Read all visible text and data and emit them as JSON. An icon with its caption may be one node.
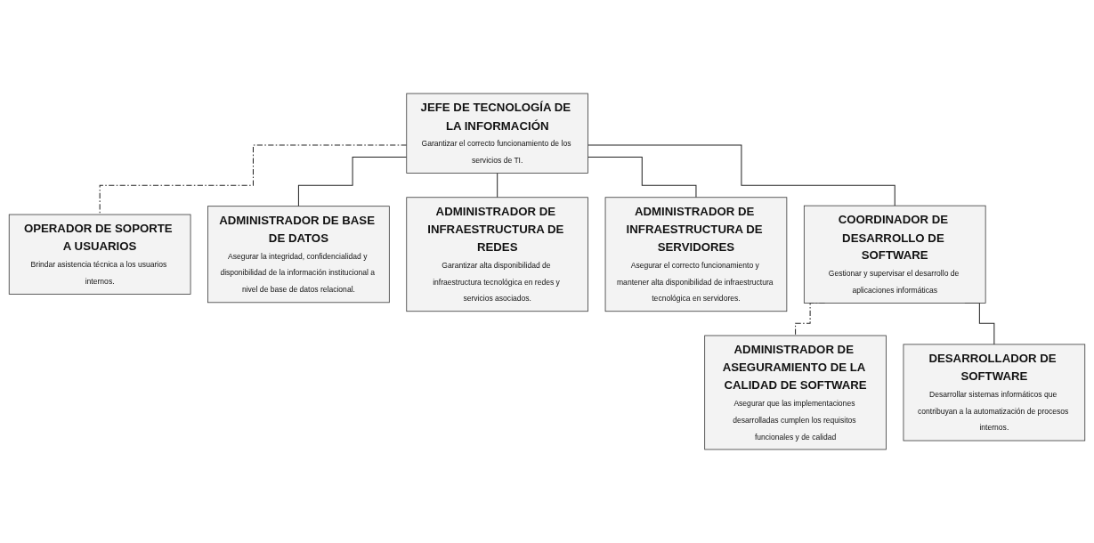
{
  "diagram": {
    "nodes": [
      {
        "text": [
          "JEFE DE TECNOLOGÍA DE LA INFORMACIÓN",
          "Garantizar el correcto funcionamiento de los servicios de TI."
        ]
      },
      {
        "text": [
          "OPERADOR DE SOPORTE A USUARIOS",
          "Brindar asistencia técnica a los usuarios internos."
        ]
      },
      {
        "text": [
          "ADMINISTRADOR DE BASE DE DATOS",
          "Asegurar la integridad, confidencialidad y disponibilidad de la información institucional a nivel de base de datos relacional."
        ]
      },
      {
        "text": [
          "ADMINISTRADOR DE INFRAESTRUCTURA DE REDES",
          "Garantizar alta disponibilidad de infraestructura tecnológica en redes y servicios asociados."
        ]
      },
      {
        "text": [
          "ADMINISTRADOR DE INFRAESTRUCTURA DE SERVIDORES",
          "Asegurar el correcto funcionamiento y mantener alta disponibilidad de infraestructura tecnológica en servidores."
        ]
      },
      {
        "text": [
          "COORDINADOR DE DESARROLLO DE SOFTWARE",
          "Gestionar y supervisar el desarrollo de aplicaciones informáticas"
        ]
      },
      {
        "text": [
          "ADMINISTRADOR DE ASEGURAMIENTO DE LA CALIDAD DE SOFTWARE",
          "Asegurar que las implementaciones desarrolladas cumplen los requisitos funcionales y de calidad"
        ]
      },
      {
        "text": [
          "DESARROLLADOR DE SOFTWARE",
          "Desarrollar sistemas informáticos que contribuyan a la automatización de procesos internos."
        ]
      }
    ],
    "edges": [
      {
        "from": 0,
        "to": 1,
        "arrow": "none",
        "style": "dashed"
      },
      {
        "from": 0,
        "to": 2,
        "arrow": "none"
      },
      {
        "from": 0,
        "to": 3,
        "arrow": "none"
      },
      {
        "from": 0,
        "to": 4,
        "arrow": "none"
      },
      {
        "from": 0,
        "to": 5,
        "arrow": "none"
      },
      {
        "from": 5,
        "to": 6,
        "arrow": "none",
        "style": "dashed"
      },
      {
        "from": 5,
        "to": 7,
        "arrow": "none"
      }
    ]
  }
}
